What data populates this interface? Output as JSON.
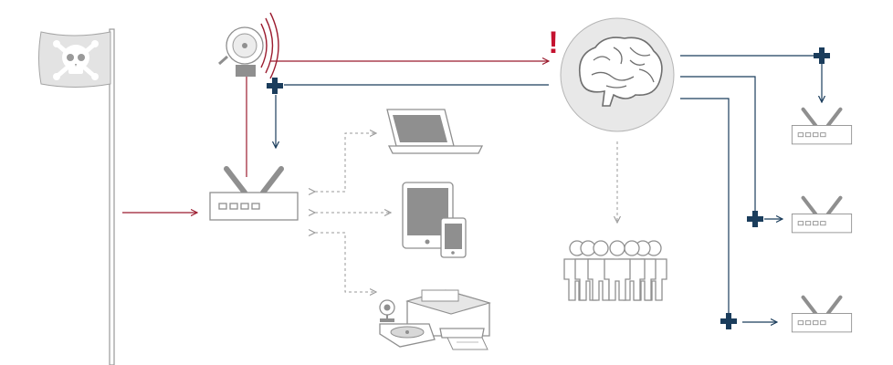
{
  "diagram": {
    "alert_symbol": "!",
    "colors": {
      "threat": "#9b1b2e",
      "protection": "#1b3d5c",
      "alert": "#c4122f",
      "device_outline": "#8f8f8f",
      "wifi_link": "#9a9a9a"
    },
    "nodes": [
      {
        "id": "pirate-flag",
        "icon": "skull-crossbones-flag-icon"
      },
      {
        "id": "alarm-bell",
        "icon": "alarm-bell-icon"
      },
      {
        "id": "central-router",
        "icon": "router-icon"
      },
      {
        "id": "laptop",
        "icon": "laptop-icon"
      },
      {
        "id": "tablet-phone",
        "icon": "tablet-and-phone-icon"
      },
      {
        "id": "printer-peripherals",
        "icon": "printer-webcam-disk-icon"
      },
      {
        "id": "brain",
        "icon": "brain-icon"
      },
      {
        "id": "community",
        "icon": "crowd-icon"
      },
      {
        "id": "protected-router-1",
        "icon": "router-icon"
      },
      {
        "id": "protected-router-2",
        "icon": "router-icon"
      },
      {
        "id": "protected-router-3",
        "icon": "router-icon"
      }
    ],
    "edges": [
      {
        "from": "pirate-flag",
        "to": "central-router",
        "kind": "threat"
      },
      {
        "from": "central-router",
        "to": "alarm-bell",
        "kind": "threat"
      },
      {
        "from": "alarm-bell",
        "to": "brain",
        "kind": "alert"
      },
      {
        "from": "brain",
        "to": "central-router",
        "kind": "protection",
        "badge": "plus-icon"
      },
      {
        "from": "central-router",
        "to": "laptop",
        "kind": "wifi"
      },
      {
        "from": "central-router",
        "to": "tablet-phone",
        "kind": "wifi"
      },
      {
        "from": "central-router",
        "to": "printer-peripherals",
        "kind": "wifi"
      },
      {
        "from": "brain",
        "to": "community",
        "kind": "shared"
      },
      {
        "from": "brain",
        "to": "protected-router-1",
        "kind": "protection",
        "badge": "plus-icon"
      },
      {
        "from": "brain",
        "to": "protected-router-2",
        "kind": "protection",
        "badge": "plus-icon"
      },
      {
        "from": "brain",
        "to": "protected-router-3",
        "kind": "protection",
        "badge": "plus-icon"
      }
    ]
  }
}
